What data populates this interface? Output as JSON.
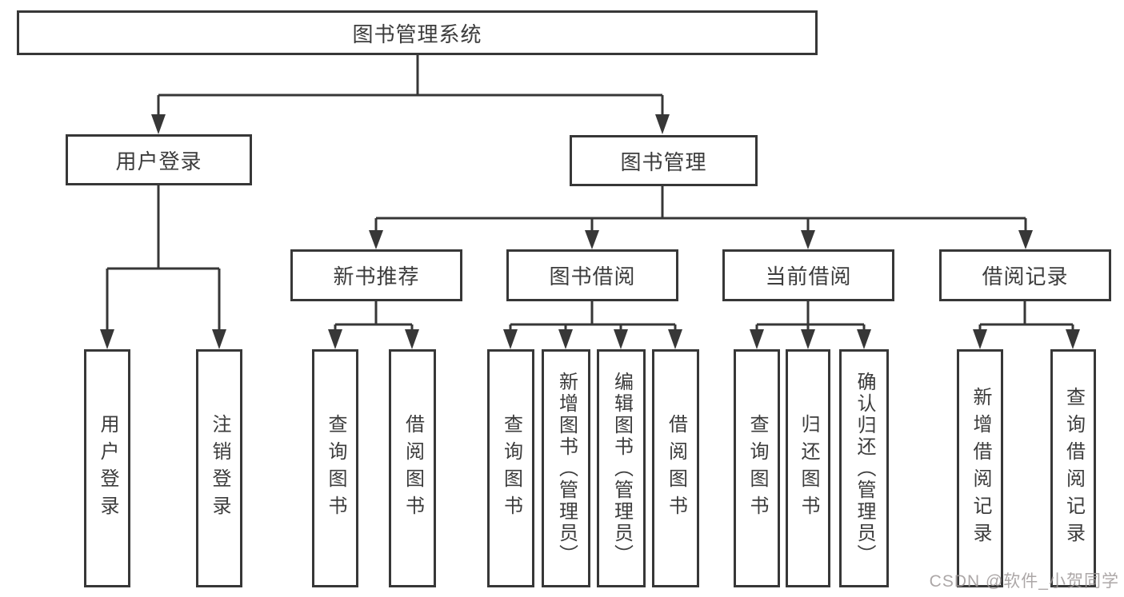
{
  "diagram": {
    "title": "图书管理系统",
    "colors": {
      "line": "#373737",
      "text": "#3c3c3c",
      "background": "#ffffff",
      "watermark": "#9e9898"
    },
    "nodes": {
      "root": "图书管理系统",
      "user_login": "用户登录",
      "book_mgmt": "图书管理",
      "new_book_rec": "新书推荐",
      "book_borrow": "图书借阅",
      "current_borrow": "当前借阅",
      "borrow_records": "借阅记录",
      "leaf_user_login": "用户登录",
      "leaf_logout": "注销登录",
      "leaf_query_books_1": "查询图书",
      "leaf_borrow_books_1": "借阅图书",
      "leaf_query_books_2": "查询图书",
      "leaf_add_book": "新增图书（管理员）",
      "leaf_edit_book": "编辑图书（管理员）",
      "leaf_borrow_books_2": "借阅图书",
      "leaf_query_books_3": "查询图书",
      "leaf_return_book": "归还图书",
      "leaf_confirm_return": "确认归还（管理员）",
      "leaf_add_borrow_record": "新增借阅记录",
      "leaf_query_borrow_record": "查询借阅记录"
    },
    "watermark": "CSDN @软件_小贺同学"
  }
}
